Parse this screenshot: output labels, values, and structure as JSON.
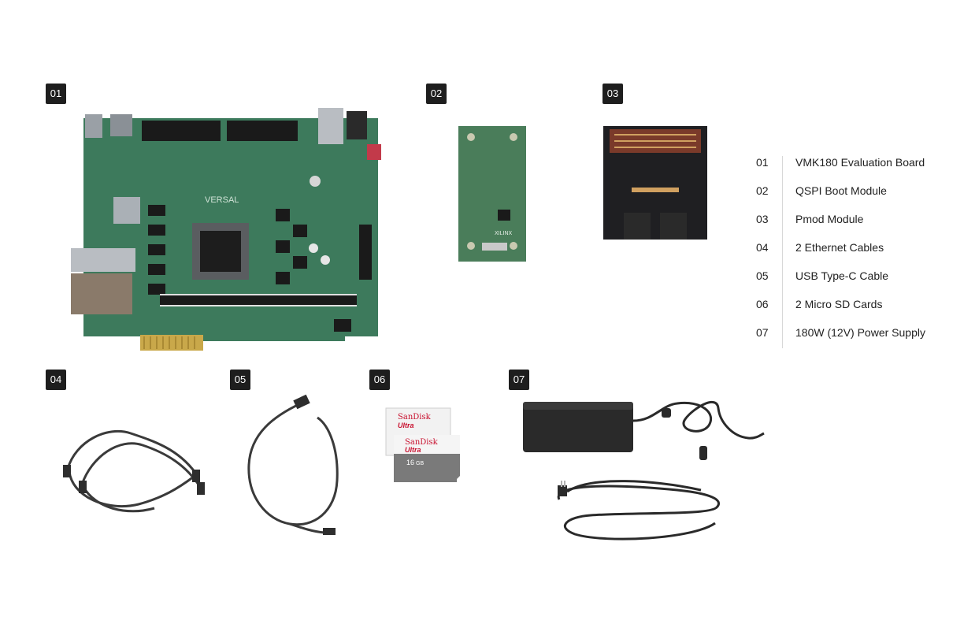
{
  "items": [
    {
      "id": "01",
      "label": "VMK180 Evaluation Board"
    },
    {
      "id": "02",
      "label": "QSPI Boot Module"
    },
    {
      "id": "03",
      "label": "Pmod Module"
    },
    {
      "id": "04",
      "label": "2 Ethernet Cables"
    },
    {
      "id": "05",
      "label": "USB Type-C Cable"
    },
    {
      "id": "06",
      "label": "2 Micro SD Cards"
    },
    {
      "id": "07",
      "label": "180W (12V) Power Supply"
    }
  ],
  "board_text": {
    "chip_brand": "VERSAL"
  },
  "qspi_text": {
    "brand": "XILINX"
  },
  "sd_card": {
    "brand": "SanDisk",
    "line": "Ultra",
    "capacity": "16",
    "unit": "GB"
  },
  "colors": {
    "badge_bg": "#1e1e1e",
    "pcb_green": "#3d7a5c",
    "pcb_black": "#1a1a1a",
    "cable_gray": "#3a3a3a",
    "sandisk_red": "#c8102e"
  }
}
